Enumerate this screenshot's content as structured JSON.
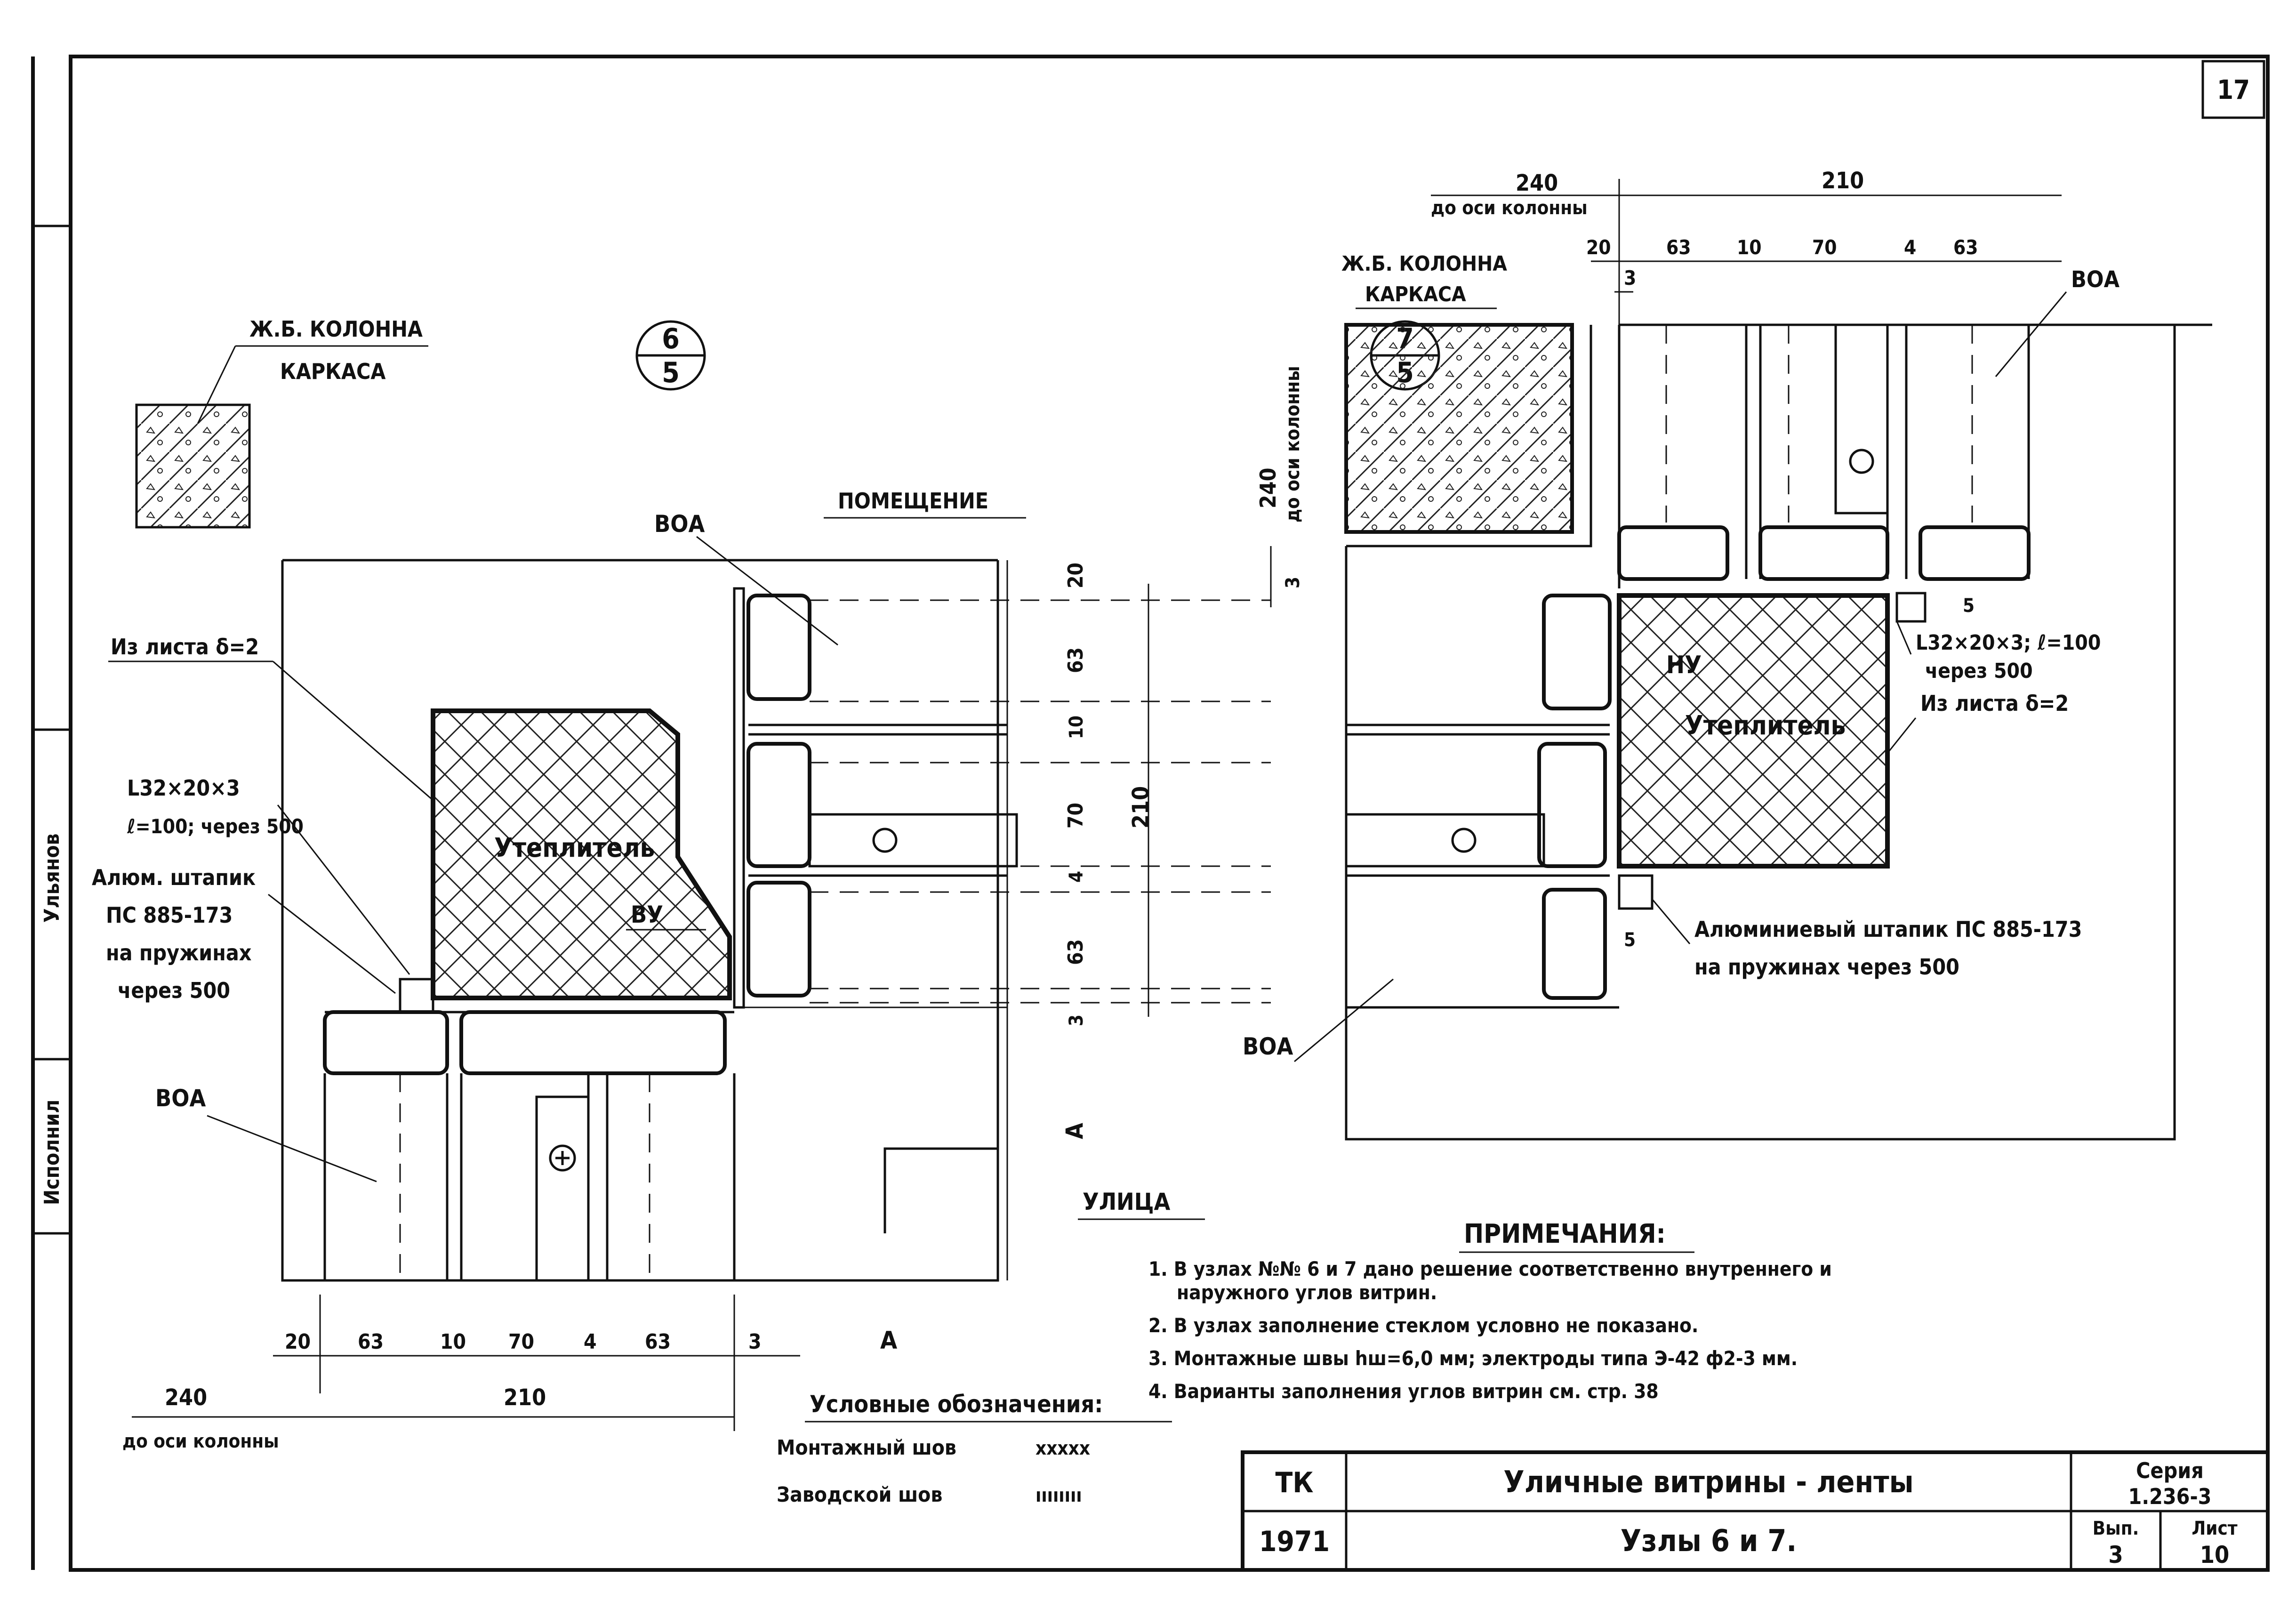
{
  "sheet": {
    "page_number": "17",
    "margin_marks": [
      "Исполнил",
      "Ульянов"
    ]
  },
  "refs": {
    "node6": {
      "top": "6",
      "bottom": "5"
    },
    "node7": {
      "top": "7",
      "bottom": "5"
    }
  },
  "left_detail": {
    "column_label_1": "Ж.Б. КОЛОННА",
    "column_label_2": "КАРКАСА",
    "room": "ПОМЕЩЕНИЕ",
    "street": "УЛИЦА",
    "sheet_label": "Из листа δ=2",
    "angle_1": "L32×20×3",
    "angle_2": "ℓ=100; через 500",
    "bead_1": "Алюм. штапик",
    "bead_2": "ПС 885-173",
    "bead_3": "на пружинах",
    "bead_4": "через 500",
    "voa_top": "ВОА",
    "voa_bottom": "ВОА",
    "insulation": "Утеплитель",
    "vu": "ВУ",
    "dims_bottom": [
      "20",
      "63",
      "10",
      "70",
      "4",
      "63",
      "3",
      "А"
    ],
    "dim_240": "240",
    "dim_210": "210",
    "to_axis": "до оси колонны"
  },
  "section_dims": {
    "labels": [
      "20",
      "63",
      "10",
      "70",
      "4",
      "63",
      "3",
      "А"
    ],
    "total": "210"
  },
  "right_detail": {
    "dim_240": "240",
    "to_axis": "до оси колонны",
    "dim_210": "210",
    "dims_top": [
      "20",
      "63",
      "10",
      "70",
      "4",
      "63"
    ],
    "dim_3_top": "3",
    "column_label_1": "Ж.Б. КОЛОННА",
    "column_label_2": "КАРКАСА",
    "voa_top": "ВОА",
    "voa_bottom": "ВОА",
    "vertical_240": "240",
    "vertical_axis": "до оси колонны",
    "dim_3_side": "3",
    "nu": "НУ",
    "insulation": "Утеплитель",
    "angle_1": "L32×20×3; ℓ=100",
    "angle_2": "через 500",
    "sheet_label": "Из листа δ=2",
    "dim_5a": "5",
    "dim_5b": "5",
    "bead_1": "Алюминиевый штапик ПС 885-173",
    "bead_2": "на пружинах через 500"
  },
  "notes": {
    "title": "ПРИМЕЧАНИЯ:",
    "items": [
      "1. В узлах №№ 6 и 7 дано решение соответственно внутреннего и",
      "наружного углов витрин.",
      "2. В узлах заполнение стеклом условно не показано.",
      "3. Монтажные швы hш=6,0 мм; электроды типа Э-42 ф2-3 мм.",
      "4. Варианты заполнения углов витрин см. стр. 38"
    ]
  },
  "legend": {
    "title": "Условные обозначения:",
    "items": [
      {
        "label": "Монтажный шов",
        "sample": "xxxxx"
      },
      {
        "label": "Заводской шов",
        "sample": "ıııııııı"
      }
    ]
  },
  "title_block": {
    "org": "ТК",
    "year": "1971",
    "title": "Уличные витрины - ленты",
    "subtitle": "Узлы 6 и 7.",
    "series_label": "Серия",
    "series": "1.236-3",
    "issue_label": "Вып.",
    "issue": "3",
    "sheet_label": "Лист",
    "sheet": "10"
  }
}
